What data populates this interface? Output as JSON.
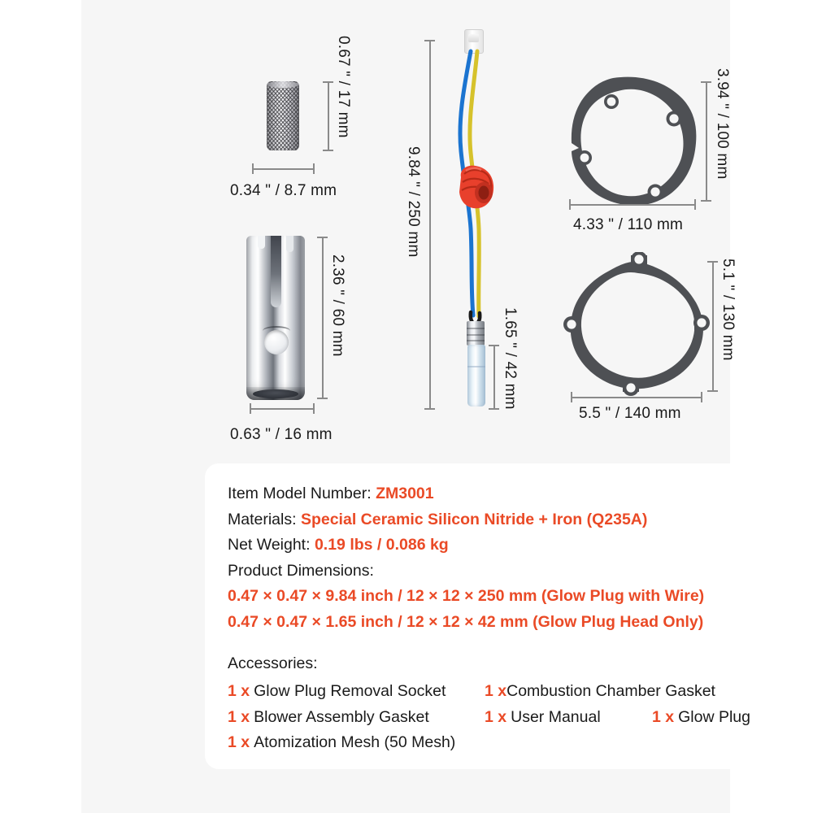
{
  "colors": {
    "accent": "#ea4a26",
    "text": "#1a1a1a",
    "panel_bg": "#f6f6f6",
    "card_bg": "#ffffff",
    "dimension_line": "#8a8a8a"
  },
  "parts": [
    {
      "name": "atomization-mesh",
      "height_label": "0.67 \" / 17 mm",
      "width_label": "0.34 \" / 8.7 mm"
    },
    {
      "name": "glow-plug-removal-socket",
      "height_label": "2.36 \" / 60 mm",
      "width_label": "0.63 \" / 16 mm"
    },
    {
      "name": "glow-plug-with-wire",
      "height_label": "9.84 \" / 250 mm",
      "head_label": "1.65 \" / 42 mm"
    },
    {
      "name": "combustion-chamber-gasket",
      "height_label": "3.94 \" / 100 mm",
      "width_label": "4.33 \" / 110 mm"
    },
    {
      "name": "blower-assembly-gasket",
      "height_label": "5.1 \" / 130 mm",
      "width_label": "5.5 \" / 140 mm"
    }
  ],
  "dimensions": {
    "mesh_height": "0.67 \" / 17 mm",
    "mesh_width": "0.34 \" / 8.7 mm",
    "socket_height": "2.36 \" / 60 mm",
    "socket_width": "0.63 \" / 16 mm",
    "plug_total_height": "9.84 \" / 250 mm",
    "plug_head_height": "1.65 \" / 42 mm",
    "gasket_top_height": "3.94 \" / 100 mm",
    "gasket_top_width": "4.33 \" / 110 mm",
    "gasket_bottom_height": "5.1 \" / 130 mm",
    "gasket_bottom_width": "5.5 \" / 140 mm"
  },
  "card": {
    "model_label": "Item Model Number:",
    "model_value": "ZM3001",
    "materials_label": "Materials:",
    "materials_value": "Special Ceramic Silicon Nitride + Iron (Q235A)",
    "weight_label": "Net Weight:",
    "weight_value": "0.19 lbs / 0.086 kg",
    "dimensions_label": "Product Dimensions:",
    "dimension_lines": [
      "0.47 × 0.47 × 9.84 inch / 12 × 12 × 250 mm (Glow Plug with Wire)",
      "0.47 × 0.47 × 1.65 inch / 12 × 12 × 42 mm (Glow Plug Head Only)"
    ],
    "accessories_label": "Accessories:",
    "accessories": [
      {
        "qty": "1 x",
        "label": "Glow Plug Removal Socket"
      },
      {
        "qty": "1 x",
        "label": "Combustion Chamber Gasket"
      },
      {
        "qty": "1 x",
        "label": "Blower Assembly Gasket"
      },
      {
        "qty": "1 x",
        "label": "User Manual"
      },
      {
        "qty": "1 x",
        "label": "Glow Plug"
      },
      {
        "qty": "1 x",
        "label": "Atomization Mesh (50 Mesh)"
      }
    ]
  }
}
